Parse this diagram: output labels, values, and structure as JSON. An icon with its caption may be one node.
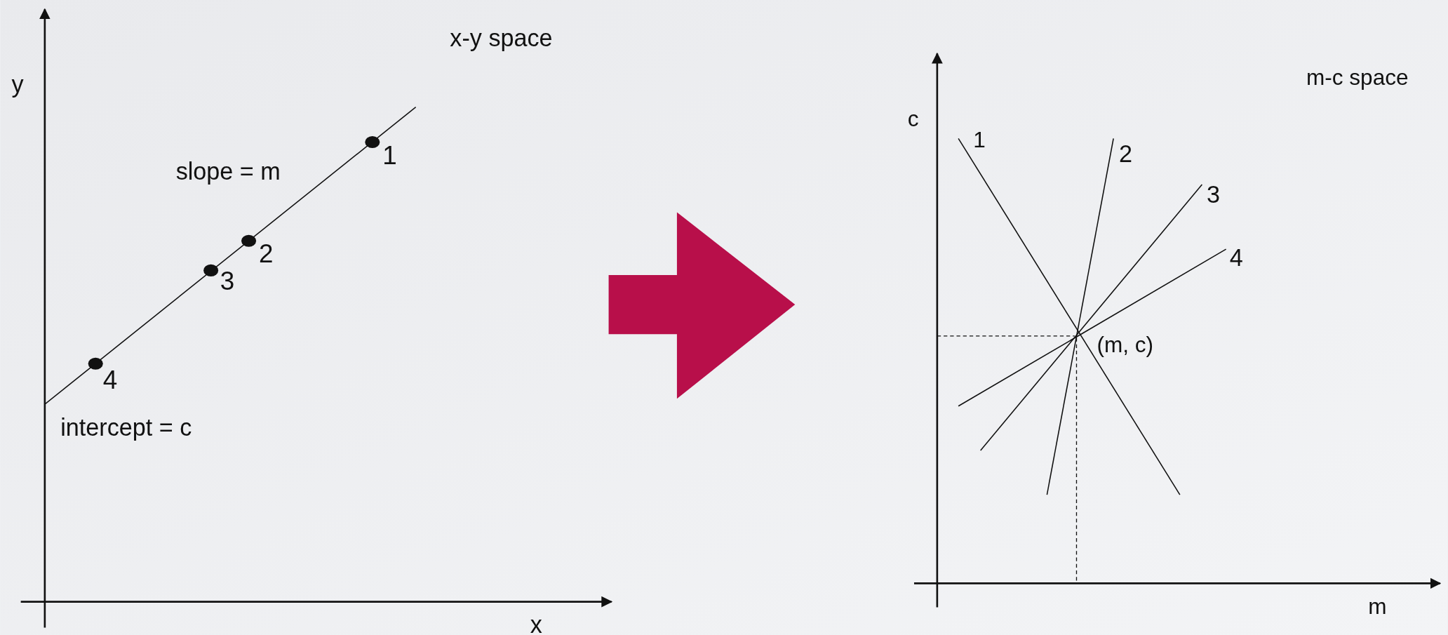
{
  "diagram": {
    "labels": [
      "x-y space",
      "y",
      "slope = m",
      "1",
      "2",
      "3",
      "4",
      "intercept = c",
      "x",
      "m-c space",
      "c",
      "1",
      "2",
      "3",
      "4",
      "(m, c)",
      "m"
    ]
  }
}
